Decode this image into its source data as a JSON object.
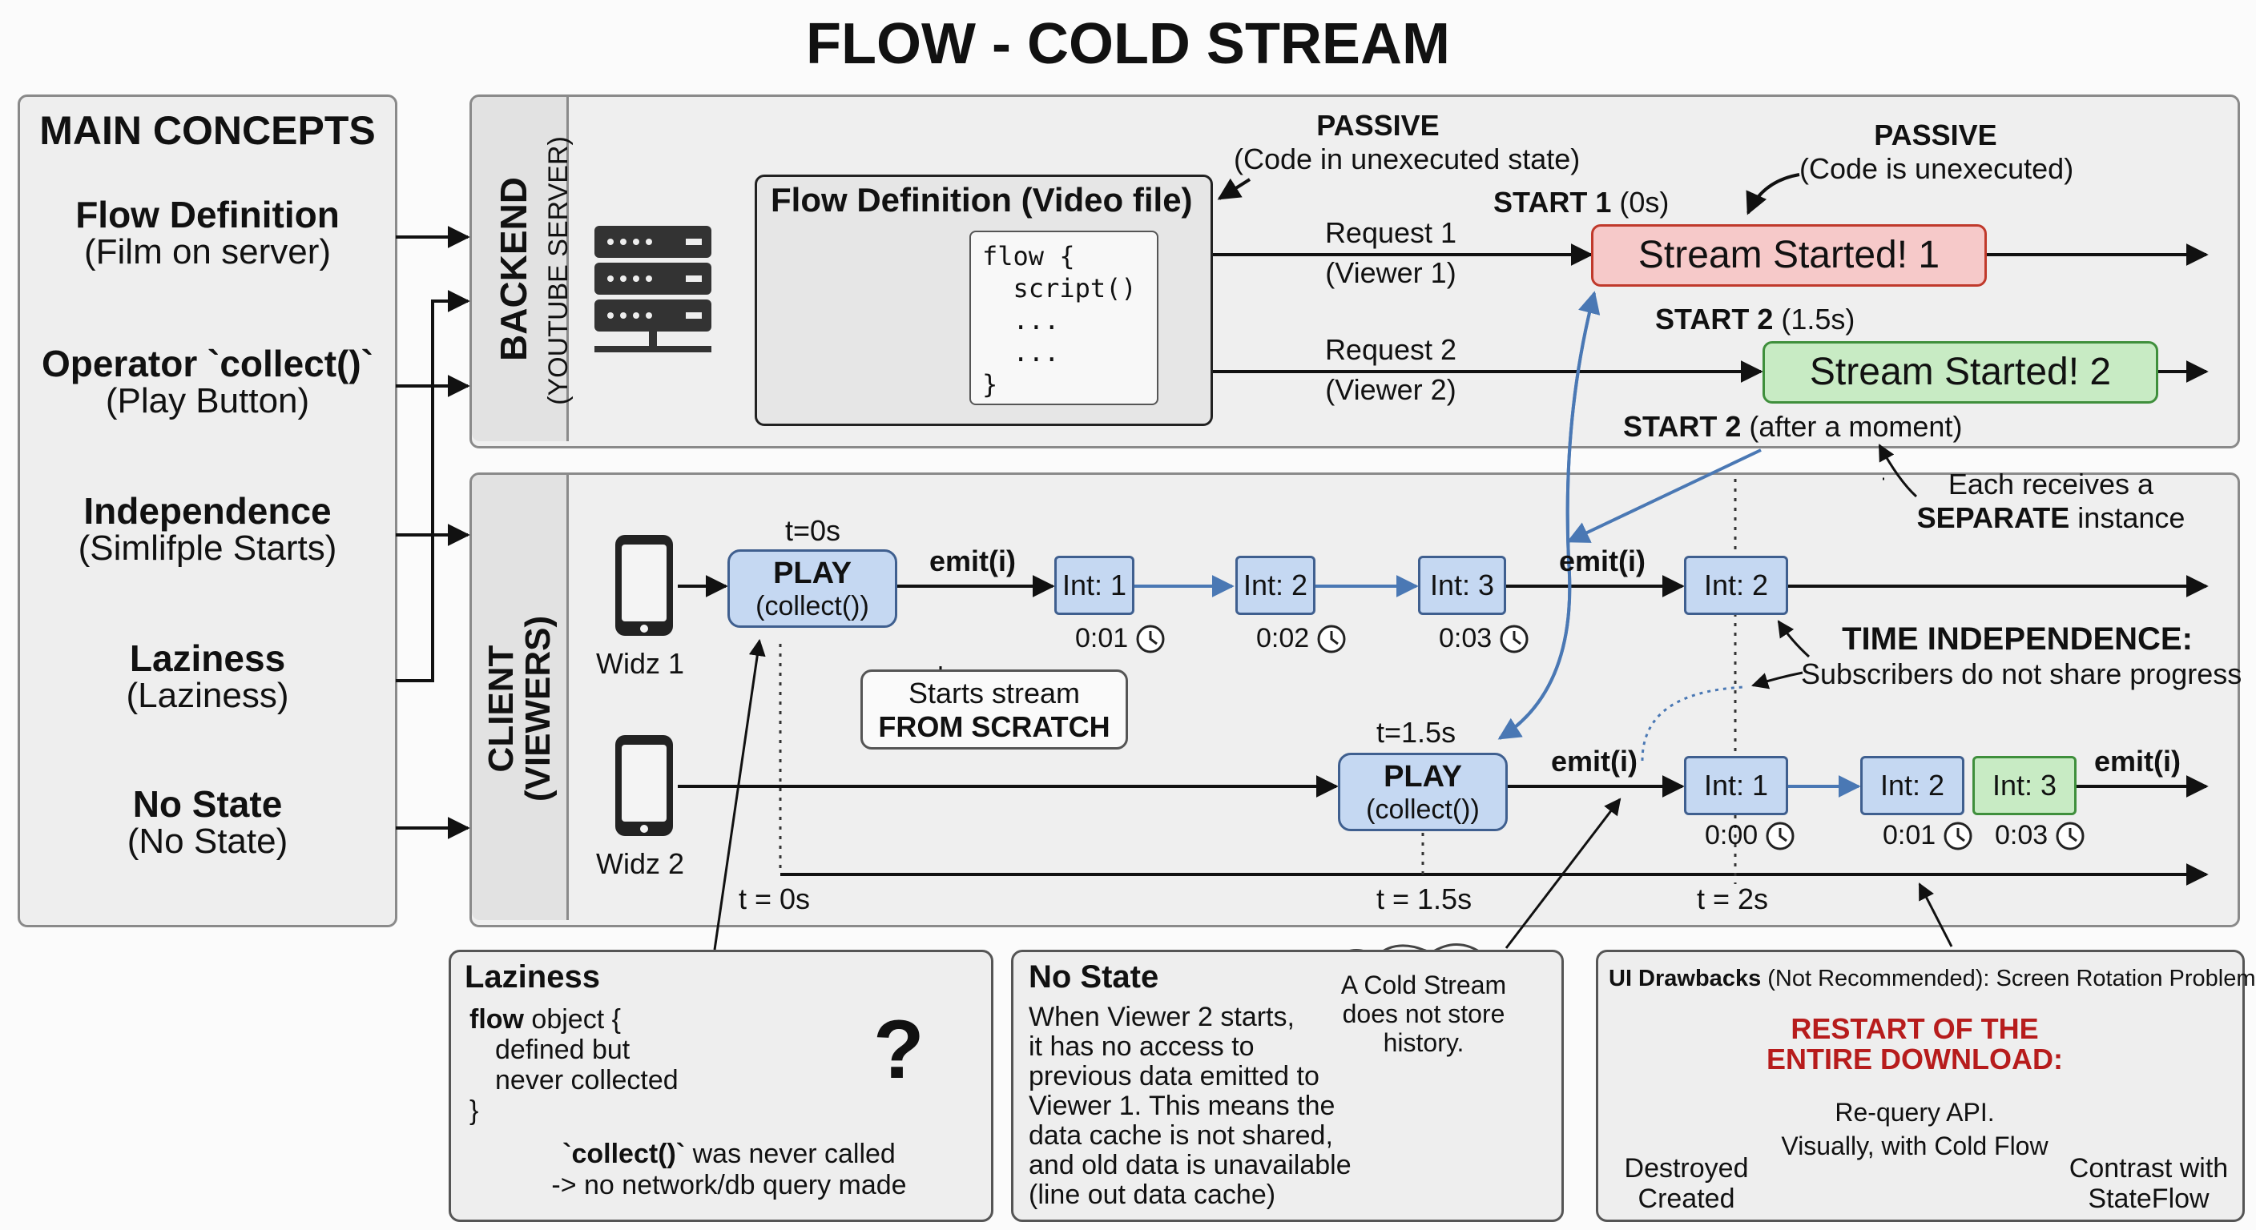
{
  "title": "FLOW - COLD STREAM",
  "main_concepts": {
    "heading": "MAIN CONCEPTS",
    "items": [
      {
        "name": "Flow Definition",
        "sub": "(Film on server)"
      },
      {
        "name": "Operator `collect()`",
        "sub": "(Play Button)"
      },
      {
        "name": "Independence",
        "sub": "(Simlifple Starts)"
      },
      {
        "name": "Laziness",
        "sub": "(Laziness)"
      },
      {
        "name": "No State",
        "sub": "(No State)"
      }
    ]
  },
  "backend": {
    "label": "BACKEND",
    "sublabel": "(YOUTUBE SERVER)",
    "flow_def_title": "Flow Definition (Video file)",
    "code": "flow {\n  script()\n  ...\n  ...\n}",
    "passive1_title": "PASSIVE",
    "passive1_sub": "(Code in unexecuted state)",
    "passive2_title": "PASSIVE",
    "passive2_sub": "(Code is unexecuted)",
    "start1_bold": "START 1",
    "start1_rest": " (0s)",
    "request1": "Request 1",
    "viewer1": "(Viewer 1)",
    "request2": "Request 2",
    "viewer2": "(Viewer 2)",
    "stream1": "Stream Started! 1",
    "start2_bold": "START 2",
    "start2_rest": " (1.5s)",
    "stream2": "Stream Started! 2",
    "start2b_bold": "START 2",
    "start2b_rest": " (after a moment)"
  },
  "client": {
    "label_line1": "CLIENT",
    "label_line2": "(VIEWERS)",
    "separate_line1": "Each receives a",
    "separate_line2": "SEPARATE",
    "separate_line2_rest": " instance",
    "widz1": "Widz 1",
    "widz2": "Widz 2",
    "t0": "t=0s",
    "t15": "t=1.5s",
    "play": "PLAY",
    "collect": "(collect())",
    "emit": "emit(i)",
    "row1": [
      {
        "label": "Int: 1",
        "time": "0:01"
      },
      {
        "label": "Int: 2",
        "time": "0:02"
      },
      {
        "label": "Int: 3",
        "time": "0:03"
      }
    ],
    "row1_extra": "Int: 2",
    "row2": [
      {
        "label": "Int: 1",
        "time": "0:00"
      },
      {
        "label": "Int: 2",
        "time": "0:01"
      },
      {
        "label": "Int: 3",
        "time": "0:03"
      }
    ],
    "scratch_line1": "Starts stream",
    "scratch_line2": "FROM SCRATCH",
    "time_indep_title": "TIME INDEPENDENCE:",
    "time_indep_sub": "Subscribers do not share progress",
    "axis": [
      "t = 0s",
      "t = 1.5s",
      "t = 2s"
    ]
  },
  "laziness": {
    "title": "Laziness",
    "line1_bold": "flow",
    "line1_rest": " object {",
    "line2": "defined but",
    "line3": "never collected",
    "line4": "}",
    "q": "?",
    "foot1_bold": "`collect()`",
    "foot1_rest": " was never called",
    "foot2": "-> no network/db query made"
  },
  "nostate": {
    "title": "No State",
    "lines": [
      "When Viewer 2 starts,",
      "it has no access to",
      "previous data emitted to",
      "Viewer 1. This means the",
      "data cache is not shared,",
      "and old data is unavailable",
      "(line out data cache)"
    ],
    "cloud": [
      "A Cold Stream",
      "does not store",
      "history."
    ]
  },
  "ui": {
    "title_bold": "UI Drawbacks",
    "title_rest": " (Not Recommended): Screen Rotation Problem",
    "restart1": "RESTART OF THE",
    "restart2": "ENTIRE DOWNLOAD:",
    "requery": "Re-query API.",
    "visually": "Visually, with Cold Flow",
    "destroyed": "Destroyed",
    "created": "Created",
    "contrast1": "Contrast with",
    "contrast2": "StateFlow"
  },
  "colors": {
    "stream1_fill": "#f6c9c9",
    "stream1_border": "#c0392b",
    "stream2_fill": "#c8ebc4",
    "stream2_border": "#3f8f3c",
    "blue_arrow": "#4a78b4",
    "red_accent": "#b71c1c"
  }
}
